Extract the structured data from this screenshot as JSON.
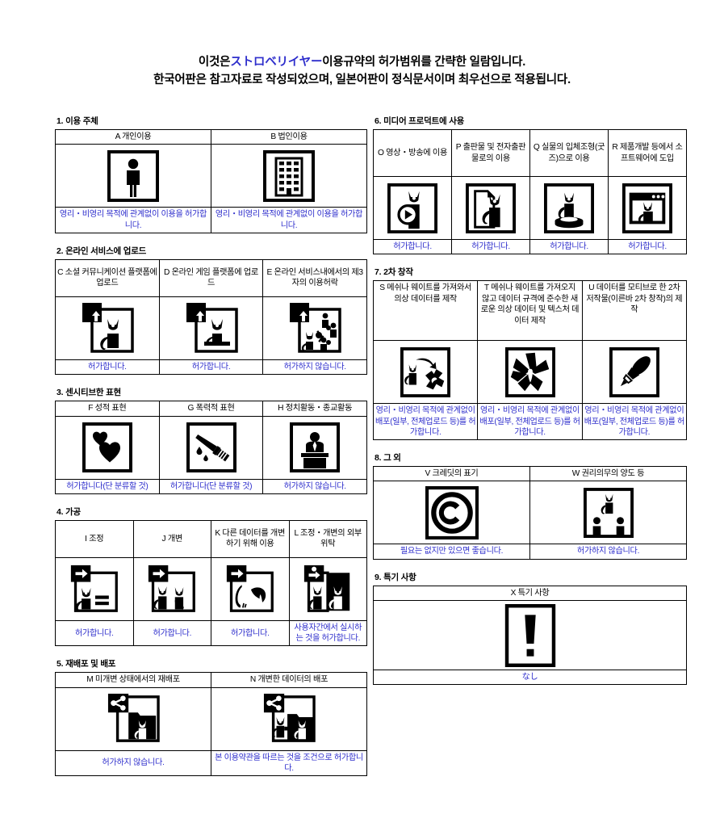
{
  "header": {
    "line1_pre": "이것은",
    "line1_brand": "ストロベリイヤー",
    "line1_post": "이용규약의 허가범위를 간략한 일람입니다.",
    "line2": "한국어판은 참고자료로 작성되었으며, 일본어판이 정식문서이며 최우선으로 적용됩니다."
  },
  "colors": {
    "permission_blue": "#2E2ECC",
    "ink_black": "#000000",
    "paper_white": "#FFFFFF"
  },
  "sections": [
    {
      "number": "1.",
      "title": "1. 이용 주체",
      "cells": [
        {
          "code": "A",
          "label": "A 개인이용",
          "icon": "person-icon",
          "permission": "영리・비영리 목적에 관계없이 이용을 허가합니다."
        },
        {
          "code": "B",
          "label": "B 법인이용",
          "icon": "building-icon",
          "permission": "영리・비영리 목적에 관계없이 이용을 허가합니다."
        }
      ]
    },
    {
      "number": "2.",
      "title": "2. 온라인 서비스에 업로드",
      "cells": [
        {
          "code": "C",
          "label": "C 소셜 커뮤니케이션 플랫폼에 업로드",
          "icon": "upload-cat-icon",
          "permission": "허가합니다."
        },
        {
          "code": "D",
          "label": "D 온라인 게임 플랫폼에 업로드",
          "icon": "upload-cat-monitor-icon",
          "permission": "허가합니다."
        },
        {
          "code": "E",
          "label": "E 온라인 서비스내에서의 제3자의 이용허락",
          "icon": "upload-share-people-icon",
          "permission": "허가하지 않습니다."
        }
      ]
    },
    {
      "number": "3.",
      "title": "3. 센시티브한 표현",
      "cells": [
        {
          "code": "F",
          "label": "F 성적 표현",
          "icon": "hearts-icon",
          "permission": "허가합니다(단 분류할 것)"
        },
        {
          "code": "G",
          "label": "G 폭력적 표현",
          "icon": "knife-blood-icon",
          "permission": "허가합니다(단 분류할 것)"
        },
        {
          "code": "H",
          "label": "H 정치활동・종교활동",
          "icon": "podium-speaker-icon",
          "permission": "허가하지 않습니다."
        }
      ]
    },
    {
      "number": "4.",
      "title": "4. 가공",
      "cells": [
        {
          "code": "I",
          "label": "I 조정",
          "icon": "cat-equals-icon",
          "permission": "허가합니다."
        },
        {
          "code": "J",
          "label": "J 개변",
          "icon": "cat-two-variants-icon",
          "permission": "허가합니다."
        },
        {
          "code": "K",
          "label": "K 다른 데이터를 개변하기 위해 이용",
          "icon": "cat-tail-part-icon",
          "permission": "허가합니다."
        },
        {
          "code": "L",
          "label": "L 조정・개변의 외부위탁",
          "icon": "cat-outsourcing-icon",
          "permission": "사용자간에서 실시하는 것을 허가합니다."
        }
      ]
    },
    {
      "number": "5.",
      "title": "5. 재배포 및 배포",
      "cells": [
        {
          "code": "M",
          "label": "M 미개변 상태에서의 재배포",
          "icon": "share-folder-cat-icon",
          "permission": "허가하지 않습니다."
        },
        {
          "code": "N",
          "label": "N 개변한 데이터의 배포",
          "icon": "share-folder-modified-cat-icon",
          "permission": "본 이용약관을 따르는 것을 조건으로 허가합니다."
        }
      ]
    },
    {
      "number": "6.",
      "title": "6. 미디어 프로덕트에 사용",
      "cells": [
        {
          "code": "O",
          "label": "O 영상・방송에 이용",
          "icon": "cat-play-button-icon",
          "permission": "허가합니다."
        },
        {
          "code": "P",
          "label": "P 출판물 및 전자출판물로의 이용",
          "icon": "cat-document-icon",
          "permission": "허가합니다."
        },
        {
          "code": "Q",
          "label": "Q 실물의 입체조형(굿즈)으로 이용",
          "icon": "cat-figure-stand-icon",
          "permission": "허가합니다."
        },
        {
          "code": "R",
          "label": "R 제품개발 등에서 소프트웨어에 도입",
          "icon": "cat-software-window-icon",
          "permission": "허가합니다."
        }
      ]
    },
    {
      "number": "7.",
      "title": "7. 2차 창작",
      "cells": [
        {
          "code": "S",
          "label": "S 메쉬나 웨이트를 가져와서 의상 데이터를 제작",
          "icon": "cat-to-clothing-icon",
          "permission": "영리・비영리 목적에 관계없이 배포(일부, 전체업로드 등)를 허가합니다."
        },
        {
          "code": "T",
          "label": "T 메쉬나 웨이트를 가져오지 않고 데이터 규격에 준수한 새로운 의상 데이터 및 텍스처 데이터 제작",
          "icon": "clothing-only-icon",
          "permission": "영리・비영리 목적에 관계없이 배포(일부, 전체업로드 등)를 허가합니다."
        },
        {
          "code": "U",
          "label": "U 데이터를 모티브로 한 2차 저작물(이른바 2차 창작)의 제작",
          "icon": "brush-pen-icon",
          "permission": "영리・비영리 목적에 관계없이 배포(일부, 전체업로드 등)를 허가합니다."
        }
      ]
    },
    {
      "number": "8.",
      "title": "8. 그 외",
      "cells": [
        {
          "code": "V",
          "label": "V 크레딧의 표기",
          "icon": "copyright-icon",
          "permission": "필요는 없지만 있으면 좋습니다."
        },
        {
          "code": "W",
          "label": "W 권리의무의 양도 등",
          "icon": "transfer-rights-icon",
          "permission": "허가하지 않습니다."
        }
      ]
    },
    {
      "number": "9.",
      "title": "9. 특기 사항",
      "cells": [
        {
          "code": "X",
          "label": "X 특기 사항",
          "icon": "exclamation-icon",
          "permission": "なし"
        }
      ]
    }
  ]
}
